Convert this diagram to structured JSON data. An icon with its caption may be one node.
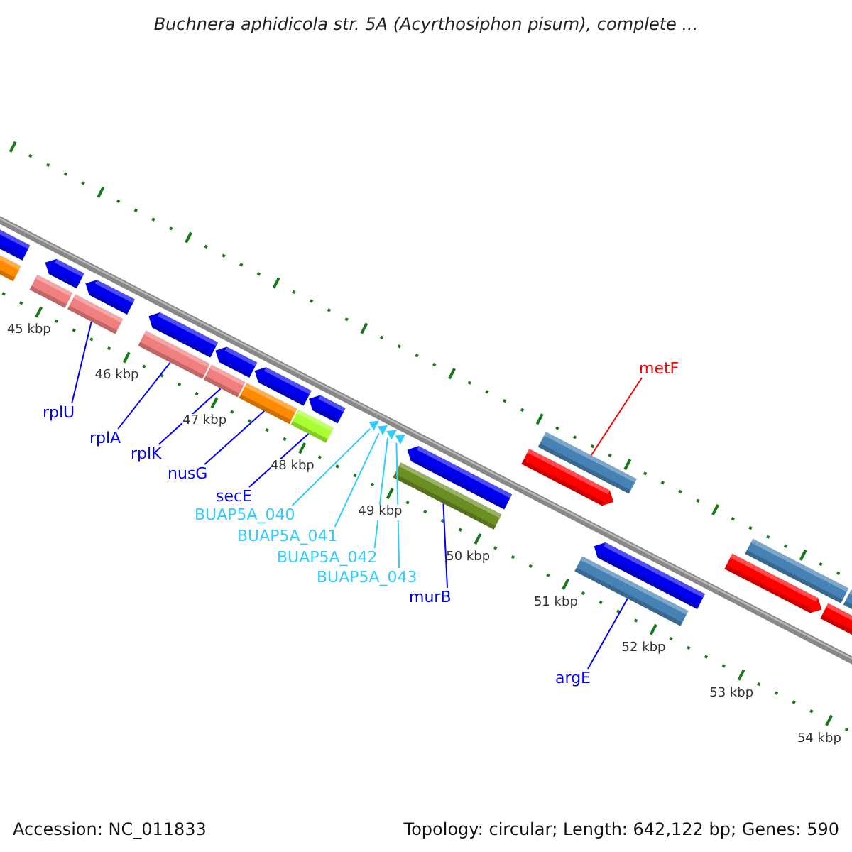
{
  "diagram": {
    "title": "Buchnera aphidicola str. 5A (Acyrthosiphon pisum), complete ...",
    "nodes": [
      {
        "text": [
          "rplU"
        ]
      },
      {
        "text": [
          "rplA"
        ]
      },
      {
        "text": [
          "rplK"
        ]
      },
      {
        "text": [
          "nusG"
        ]
      },
      {
        "text": [
          "secE"
        ]
      },
      {
        "text": [
          "BUAP5A_040"
        ]
      },
      {
        "text": [
          "BUAP5A_041"
        ]
      },
      {
        "text": [
          "BUAP5A_042"
        ]
      },
      {
        "text": [
          "BUAP5A_043"
        ]
      },
      {
        "text": [
          "murB"
        ]
      },
      {
        "text": [
          "metF"
        ]
      },
      {
        "text": [
          "argE"
        ]
      },
      {
        "text": [],
        "shape": "bar"
      },
      {
        "text": [],
        "shape": "bar"
      },
      {
        "text": [],
        "shape": "bar"
      },
      {
        "text": [],
        "shape": "bar"
      },
      {
        "text": [],
        "shape": "bar"
      },
      {
        "text": [],
        "shape": "triangle"
      },
      {
        "text": [],
        "shape": "triangle"
      },
      {
        "text": [],
        "shape": "triangle"
      },
      {
        "text": [],
        "shape": "triangle"
      },
      {
        "text": [],
        "shape": "bar"
      },
      {
        "text": [],
        "shape": "bar"
      },
      {
        "text": [],
        "shape": "bar"
      },
      {
        "text": [],
        "shape": "bar"
      },
      {
        "text": [],
        "shape": "bar"
      },
      {
        "text": [],
        "shape": "bar"
      },
      {
        "text": [],
        "shape": "bar"
      },
      {
        "text": [],
        "shape": "bar"
      },
      {
        "text": [],
        "shape": "bar"
      },
      {
        "text": [],
        "shape": "bar"
      },
      {
        "text": [],
        "shape": "bar"
      },
      {
        "text": [],
        "shape": "bar"
      },
      {
        "text": [],
        "shape": "bar"
      },
      {
        "text": [],
        "shape": "bar"
      },
      {
        "text": [],
        "shape": "bar"
      },
      {
        "text": [],
        "shape": "bar"
      },
      {
        "text": [],
        "shape": "bar"
      },
      {
        "text": [],
        "shape": "bar"
      },
      {
        "text": [],
        "shape": "bar"
      }
    ],
    "edges": [
      {
        "from": 0,
        "to": 12,
        "arrow": "none"
      },
      {
        "from": 1,
        "to": 13,
        "arrow": "none"
      },
      {
        "from": 2,
        "to": 14,
        "arrow": "none"
      },
      {
        "from": 3,
        "to": 15,
        "arrow": "none"
      },
      {
        "from": 4,
        "to": 16,
        "arrow": "none"
      },
      {
        "from": 5,
        "to": 17,
        "arrow": "none",
        "color": "#33ccff"
      },
      {
        "from": 6,
        "to": 18,
        "arrow": "none",
        "color": "#33ccff"
      },
      {
        "from": 7,
        "to": 19,
        "arrow": "none",
        "color": "#33ccff"
      },
      {
        "from": 8,
        "to": 20,
        "arrow": "none",
        "color": "#33ccff"
      },
      {
        "from": 9,
        "to": 21,
        "arrow": "none"
      },
      {
        "from": 10,
        "to": 22,
        "arrow": "none",
        "color": "#ff0000"
      },
      {
        "from": 11,
        "to": 23,
        "arrow": "none"
      }
    ],
    "labels": [
      "45 kbp",
      "46 kbp",
      "47 kbp",
      "48 kbp",
      "49 kbp",
      "50 kbp",
      "51 kbp",
      "52 kbp",
      "53 kbp",
      "54 kbp",
      "Accession: NC_011833",
      "Topology: circular; Length: 642,122 bp; Genes: 590"
    ]
  }
}
